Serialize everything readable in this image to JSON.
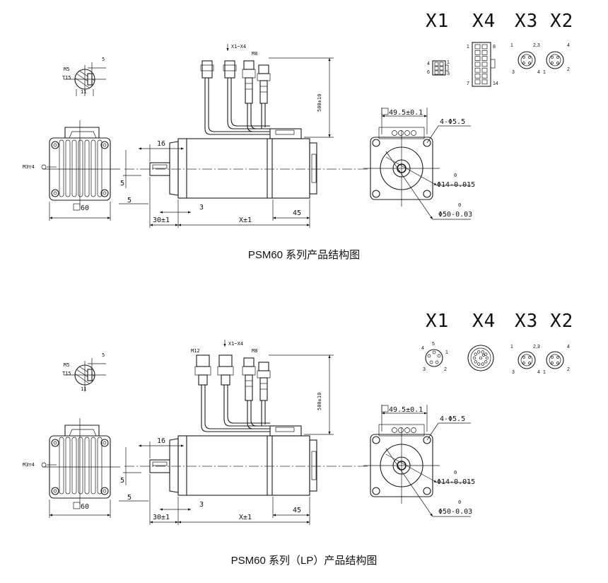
{
  "drawings": [
    {
      "caption": "PSM60 系列产品结构图",
      "connectors": {
        "x1": "X1",
        "x4": "X4",
        "x3x2": "X3 X2"
      },
      "x1_pins": {
        "a": "4",
        "b": "1",
        "c": "6",
        "d": "3"
      },
      "x4_pins": {
        "tl": "1",
        "tr": "8",
        "bl": "7",
        "br": "14"
      },
      "x3_pins": {
        "a": "1",
        "b": "2",
        "c": "3",
        "d": "4"
      },
      "x2_pins": {
        "a": "4",
        "b": "1",
        "c": "2",
        "d": "3"
      },
      "x3x2_shared": "2,3",
      "shaft_section": {
        "m": "M5",
        "t": "T15",
        "w": "5",
        "h": "11"
      },
      "cable_label": "X1~X4",
      "m_label_left": "",
      "m_label_right": "M8",
      "cable_length": "500±10",
      "mount_screw": "M3▽4",
      "frame_size": "60",
      "key_len": "16",
      "side_5a": "5",
      "side_5b": "5",
      "flange": "3",
      "shaft_len": "30±1",
      "body_len": "X±1",
      "rear_len": "45",
      "bolt_circle": "49.5±0.1",
      "holes": "4-Φ5.5",
      "shaft_dia_tol": "0",
      "shaft_dia": "Φ14-0.015",
      "pilot_tol": "0",
      "pilot_dia": "Φ50-0.03"
    },
    {
      "caption": "PSM60 系列（LP）产品结构图",
      "connectors": {
        "x1": "X1",
        "x4": "X4",
        "x3x2": "X3 X2"
      },
      "x1_pins": {
        "a": "4",
        "b": "5",
        "c": "1",
        "d": "3",
        "e": "2"
      },
      "x3_pins": {
        "a": "1",
        "b": "2",
        "c": "3",
        "d": "4"
      },
      "x2_pins": {
        "a": "4",
        "b": "1",
        "c": "2",
        "d": "3"
      },
      "x3x2_shared": "2,3",
      "shaft_section": {
        "m": "M5",
        "t": "T15",
        "w": "5",
        "h": "11"
      },
      "cable_label": "X1~X4",
      "m_label_left": "M12",
      "m_label_right": "M8",
      "cable_length": "500±10",
      "mount_screw": "M3▽4",
      "frame_size": "60",
      "key_len": "16",
      "side_5a": "5",
      "side_5b": "5",
      "flange": "3",
      "shaft_len": "30±1",
      "body_len": "X±1",
      "rear_len": "45",
      "bolt_circle": "49.5±0.1",
      "holes": "4-Φ5.5",
      "shaft_dia_tol": "0",
      "shaft_dia": "Φ14-0.015",
      "pilot_tol": "0",
      "pilot_dia": "Φ50-0.03"
    }
  ]
}
